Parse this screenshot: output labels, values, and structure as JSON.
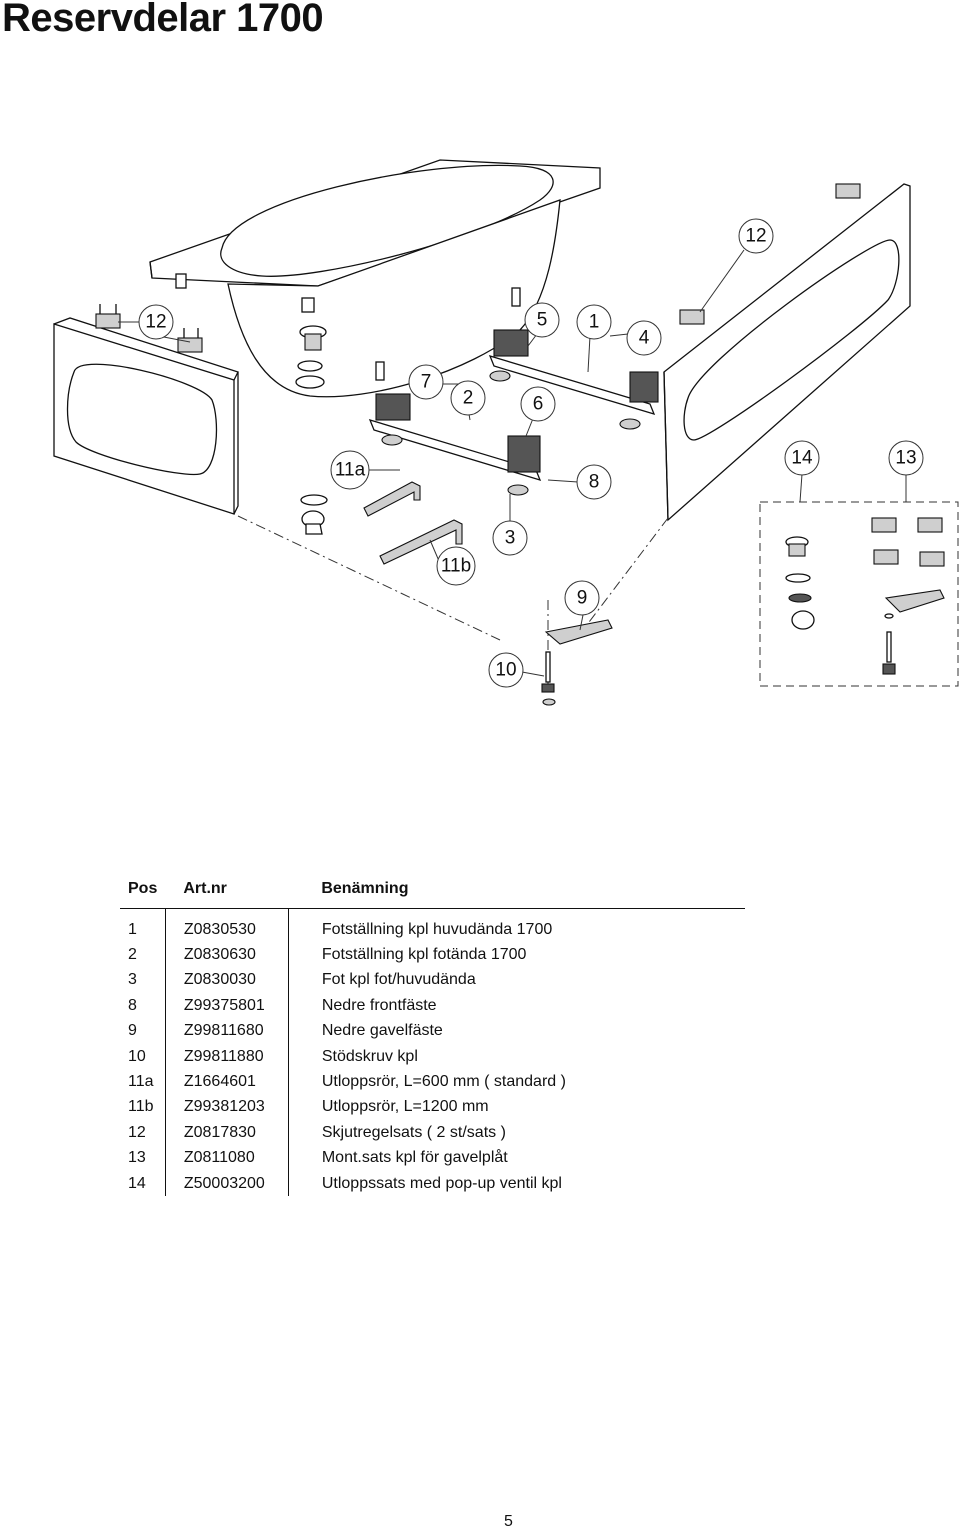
{
  "page": {
    "title": "Reservdelar 1700",
    "page_number": "5"
  },
  "callouts": [
    "12",
    "12",
    "5",
    "1",
    "4",
    "7",
    "2",
    "6",
    "11a",
    "8",
    "14",
    "13",
    "3",
    "11b",
    "9",
    "10"
  ],
  "table": {
    "headers": {
      "pos": "Pos",
      "artnr": "Art.nr",
      "name": "Benämning"
    },
    "rows": [
      {
        "pos": "1",
        "artnr": "Z0830530",
        "name": "Fotställning kpl huvudända 1700"
      },
      {
        "pos": "2",
        "artnr": "Z0830630",
        "name": "Fotställning kpl fotända 1700"
      },
      {
        "pos": "3",
        "artnr": "Z0830030",
        "name": "Fot kpl fot/huvudända"
      },
      {
        "pos": "8",
        "artnr": "Z99375801",
        "name": "Nedre frontfäste"
      },
      {
        "pos": "9",
        "artnr": "Z99811680",
        "name": "Nedre gavelfäste"
      },
      {
        "pos": "10",
        "artnr": "Z99811880",
        "name": "Stödskruv kpl"
      },
      {
        "pos": "11a",
        "artnr": "Z1664601",
        "name": "Utloppsrör, L=600 mm ( standard )"
      },
      {
        "pos": "11b",
        "artnr": "Z99381203",
        "name": "Utloppsrör, L=1200 mm"
      },
      {
        "pos": "12",
        "artnr": "Z0817830",
        "name": "Skjutregelsats ( 2 st/sats )"
      },
      {
        "pos": "13",
        "artnr": "Z0811080",
        "name": "Mont.sats kpl för gavelplåt"
      },
      {
        "pos": "14",
        "artnr": "Z50003200",
        "name": "Utloppssats med pop-up ventil kpl"
      }
    ]
  }
}
